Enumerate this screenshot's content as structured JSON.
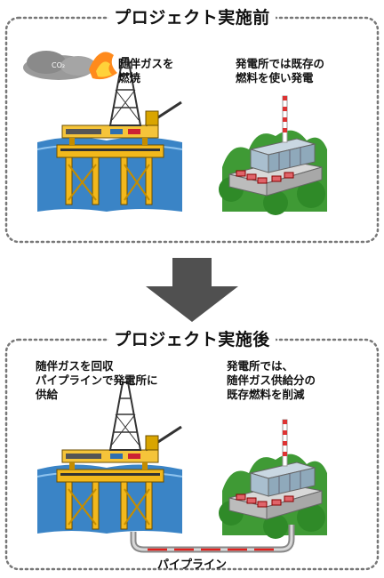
{
  "before": {
    "title": "プロジェクト実施前",
    "left_caption": "随伴ガスを\n燃焼",
    "right_caption": "発電所では既存の\n燃料を使い発電",
    "co2_label": "CO₂"
  },
  "after": {
    "title": "プロジェクト実施後",
    "left_caption": "随伴ガスを回収\nパイプラインで発電所に\n供給",
    "right_caption": "発電所では、\n随伴ガス供給分の\n既存燃料を削減",
    "pipeline_label": "パイプライン"
  },
  "colors": {
    "panel_border": "#777777",
    "arrow": "#505050",
    "sea": "#3a84c6",
    "platform": "#f2b81c",
    "greenery": "#3f9a35",
    "building": "#a9bfcf",
    "flame": "#ff8a1c",
    "pipeline": "#888888",
    "pipeline_flow": "#e0201d"
  }
}
